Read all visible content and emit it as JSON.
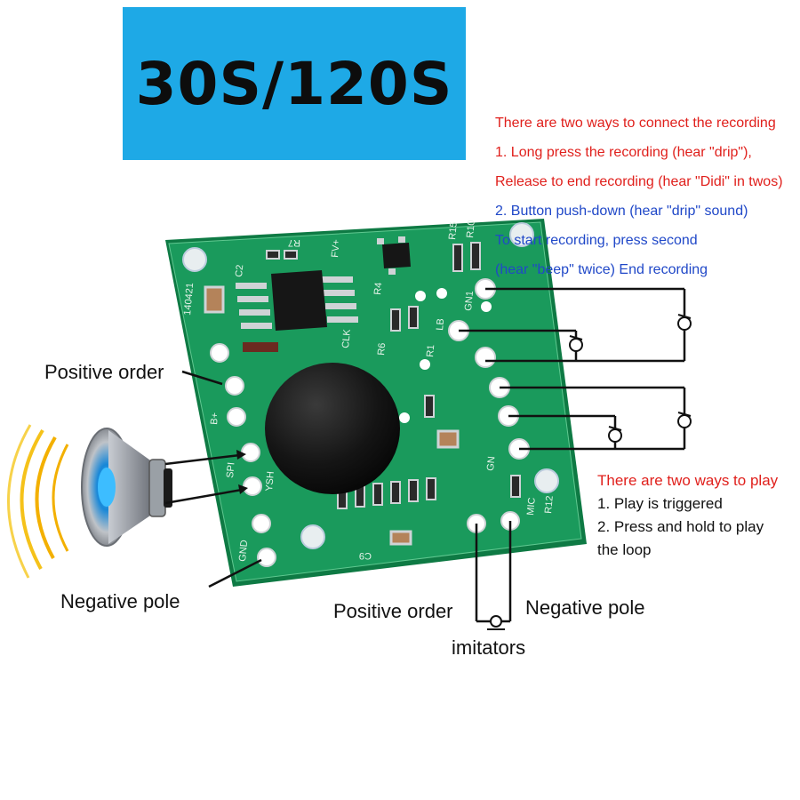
{
  "badge": {
    "text": "30S/120S"
  },
  "recording_notes": {
    "title": "There are two ways to connect the recording",
    "line1": "1. Long press the recording (hear \"drip\"),",
    "line2": "Release to end recording (hear \"Didi\" in twos)",
    "line3": "2. Button push-down (hear \"drip\" sound)",
    "line4": "To start recording, press second",
    "line5": "(hear \"beep\" twice) End recording"
  },
  "play_notes": {
    "title": "There are two ways to play",
    "line1": "1. Play is triggered",
    "line2": "2. Press and hold to play",
    "line3": "the loop"
  },
  "labels": {
    "positive_order_left": "Positive order",
    "negative_pole_left": "Negative pole",
    "positive_order_bottom": "Positive order",
    "negative_pole_bottom": "Negative pole",
    "imitators": "imitators"
  },
  "board_silkscreen": {
    "id": "140421",
    "c2": "C2",
    "r7": "R7",
    "fv": "FV+",
    "r15": "R15",
    "r10": "R10",
    "r4": "R4",
    "gn1": "GN1",
    "lb": "LB",
    "clk": "CLK",
    "r6": "R6",
    "r1": "R1",
    "bplus": "B+",
    "spi": "SPI",
    "ysh": "YSH",
    "gnd": "GND",
    "mic": "MIC",
    "r12": "R12",
    "c9": "C9",
    "gn": "GN"
  },
  "colors": {
    "badge": "#1ea9e6",
    "pcb": "#1a9a5c",
    "red_text": "#e0201c",
    "blue_text": "#2048c8"
  }
}
